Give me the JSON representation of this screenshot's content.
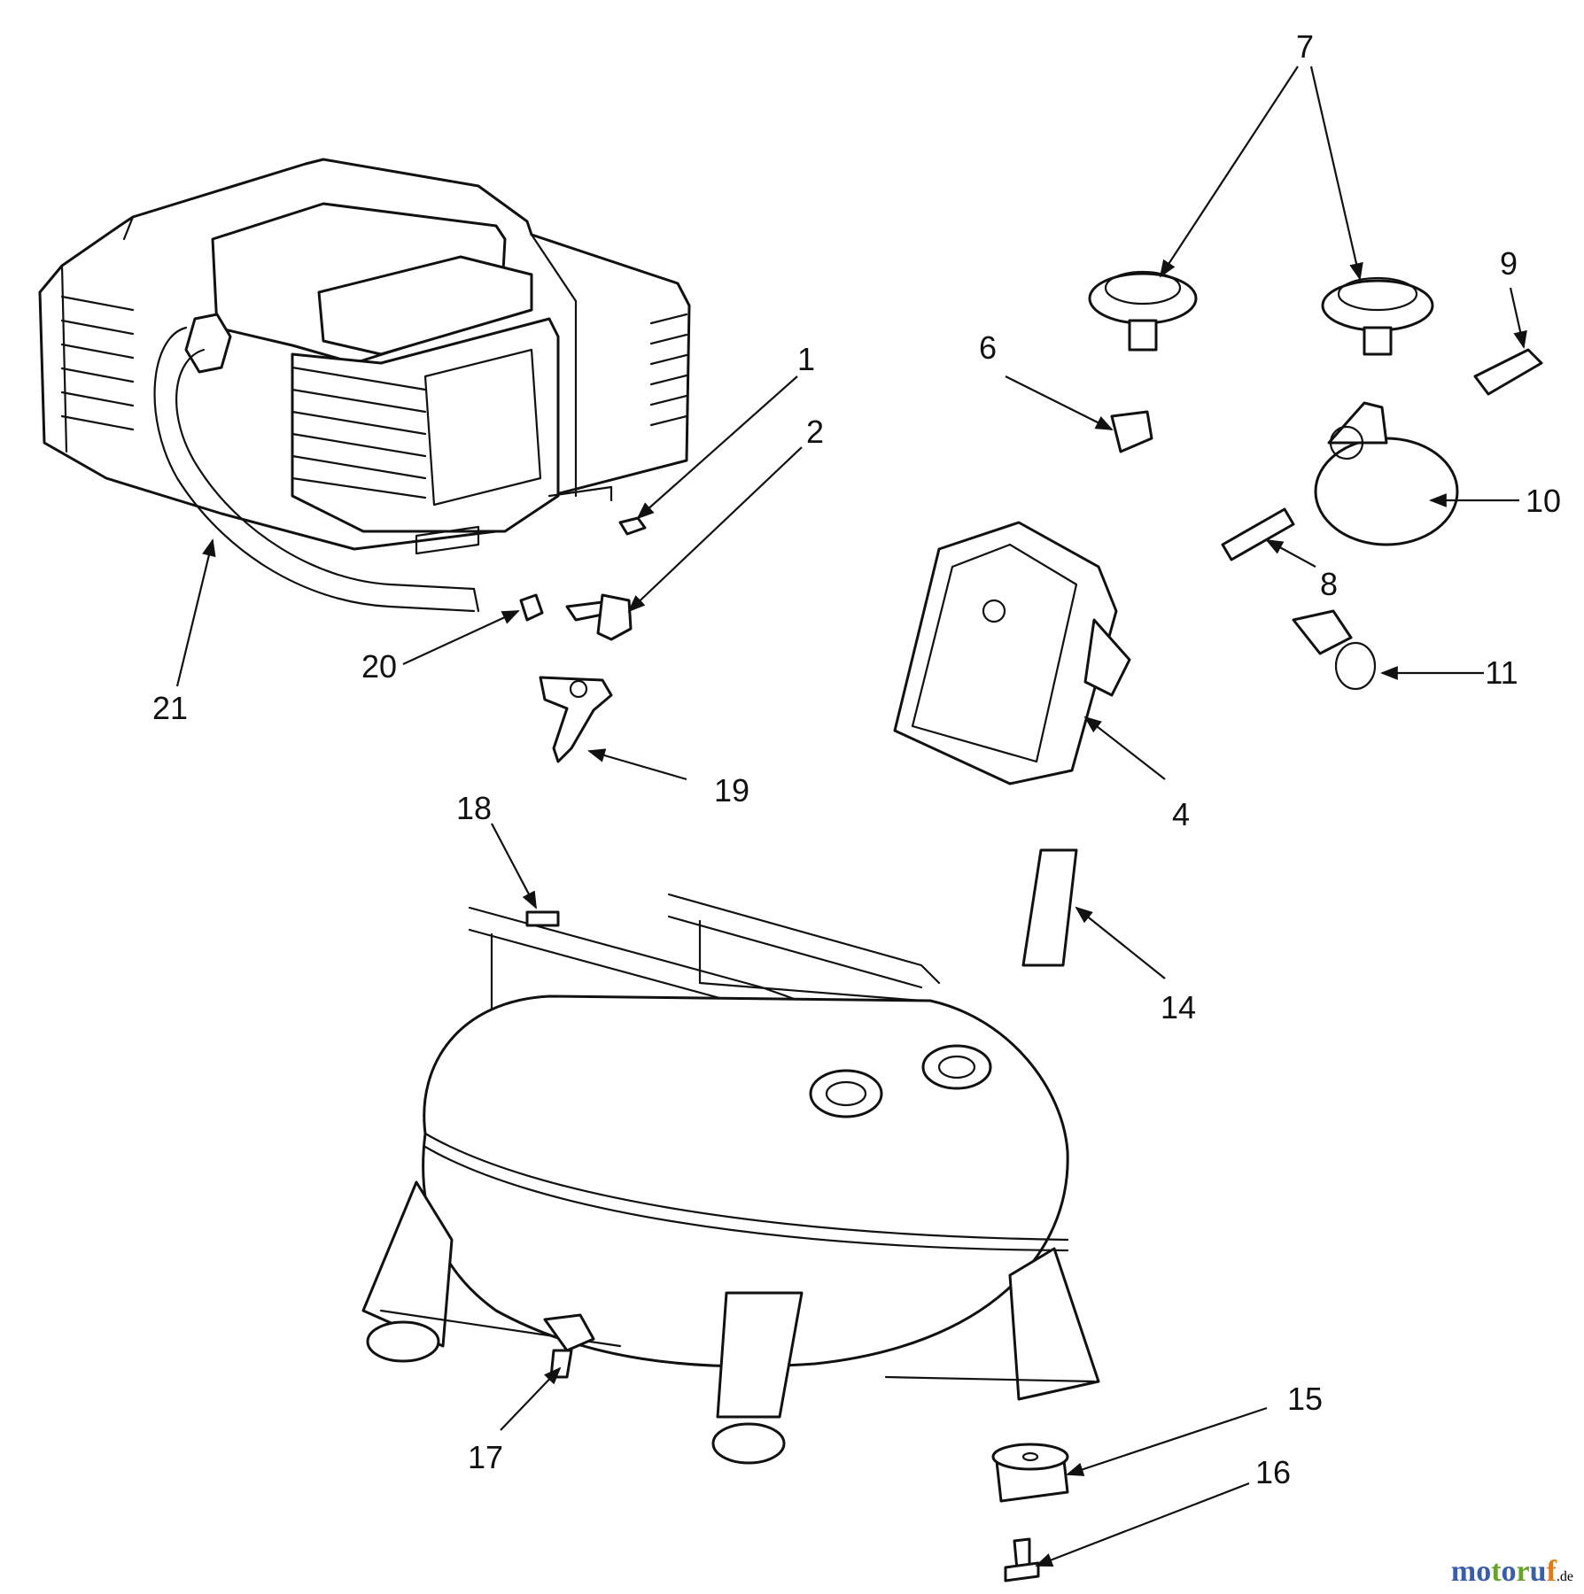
{
  "callouts": {
    "c1": "1",
    "c2": "2",
    "c4": "4",
    "c6": "6",
    "c7": "7",
    "c8": "8",
    "c9": "9",
    "c10": "10",
    "c11": "11",
    "c14": "14",
    "c15": "15",
    "c16": "16",
    "c17": "17",
    "c18": "18",
    "c19": "19",
    "c20": "20",
    "c21": "21"
  },
  "watermark": {
    "brand": "motoruf",
    "suffix": ".de",
    "colors": [
      "#3a5fa8",
      "#6aa32c",
      "#3a5fa8",
      "#6aa32c",
      "#3a5fa8",
      "#e07a1c"
    ]
  }
}
